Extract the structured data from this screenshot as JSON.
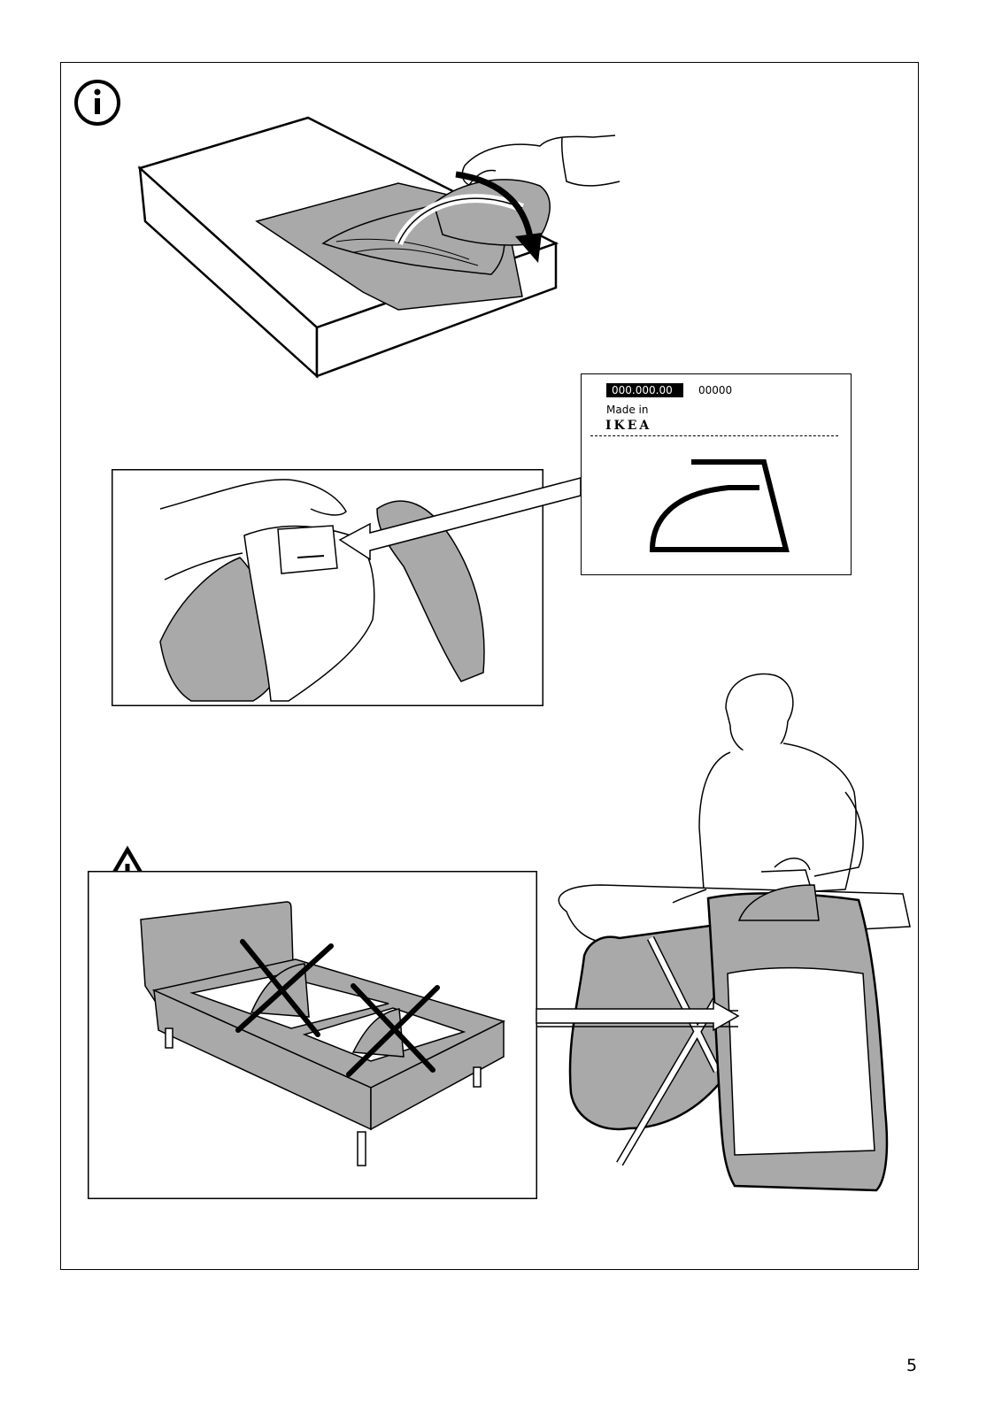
{
  "page": {
    "number": "5"
  },
  "icons": {
    "info": "info-circle-icon",
    "warning": "warning-triangle-icon",
    "iron_symbol": "iron-care-symbol-icon"
  },
  "care_label": {
    "article_number": "000.000.00",
    "article_suffix": "00000",
    "made_in": "Made in",
    "brand": "IKEA"
  },
  "colors": {
    "fabric_gray": "#a9a9a9",
    "ink": "#000000"
  }
}
